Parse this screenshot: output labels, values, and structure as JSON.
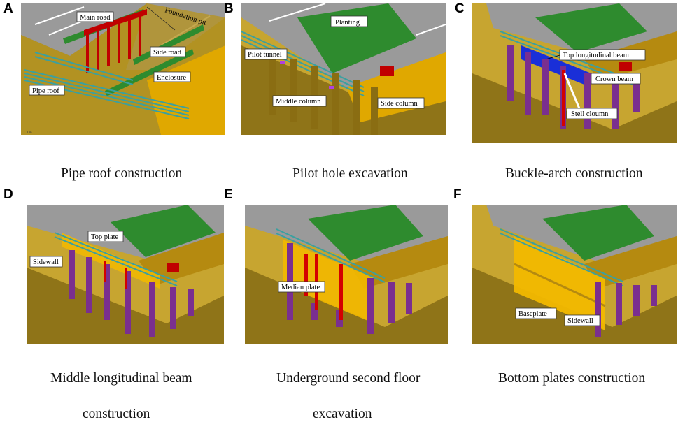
{
  "panels": [
    {
      "letter": "A",
      "caption": "Pipe roof construction",
      "labels": {
        "main_road": "Main road",
        "foundation_pit": "Foundation pit",
        "side_road": "Side road",
        "enclosure": "Enclosure",
        "pipe_roof": "Pipe roof"
      }
    },
    {
      "letter": "B",
      "caption": "Pilot hole excavation",
      "labels": {
        "planting": "Planting",
        "pilot_tunnel": "Pilot tunnel",
        "middle_column": "Middle column",
        "side_column": "Side column"
      }
    },
    {
      "letter": "C",
      "caption": "Buckle-arch construction",
      "labels": {
        "top_longitudinal_beam": "Top longitudinal beam",
        "crown_beam": "Crown beam",
        "steel_column": "Stell cloumn"
      }
    },
    {
      "letter": "D",
      "caption_line1": "Middle longitudinal beam",
      "caption_line2": "construction",
      "labels": {
        "top_plate": "Top plate",
        "sidewall": "Sidewall"
      }
    },
    {
      "letter": "E",
      "caption_line1": "Underground second floor",
      "caption_line2": "excavation",
      "labels": {
        "median_plate": "Median plate"
      }
    },
    {
      "letter": "F",
      "caption": "Bottom plates construction",
      "labels": {
        "baseplate": "Baseplate",
        "sidewall": "Sidewall"
      }
    }
  ],
  "colors": {
    "road": "#8f8f8f",
    "soil": "#b89a2a",
    "planting": "#2e8b2e",
    "pipe": "#3aa0a0",
    "column": "#7a2f8f",
    "structure": "#f2b800",
    "steel": "#d40000",
    "arch": "#1a2fd8"
  }
}
